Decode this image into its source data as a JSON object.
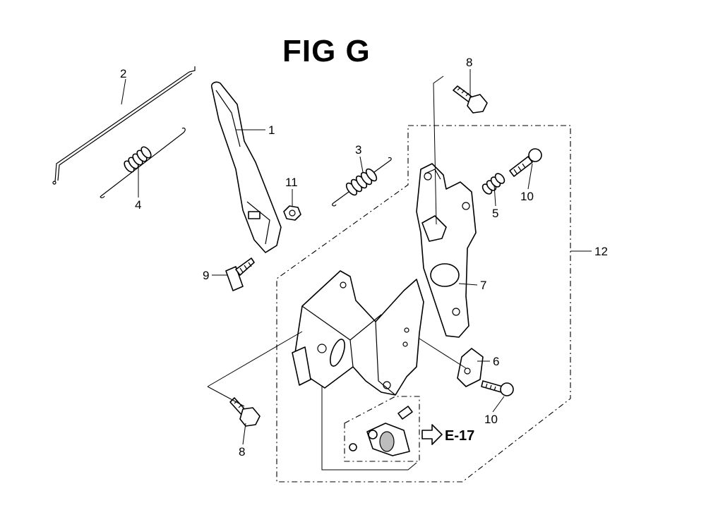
{
  "figure": {
    "title": "FIG G",
    "reference_label": "E-17",
    "callouts": {
      "c1": "1",
      "c2": "2",
      "c3": "3",
      "c4": "4",
      "c5": "5",
      "c6": "6",
      "c7": "7",
      "c8a": "8",
      "c8b": "8",
      "c9": "9",
      "c10a": "10",
      "c10b": "10",
      "c11": "11",
      "c12": "12"
    }
  }
}
